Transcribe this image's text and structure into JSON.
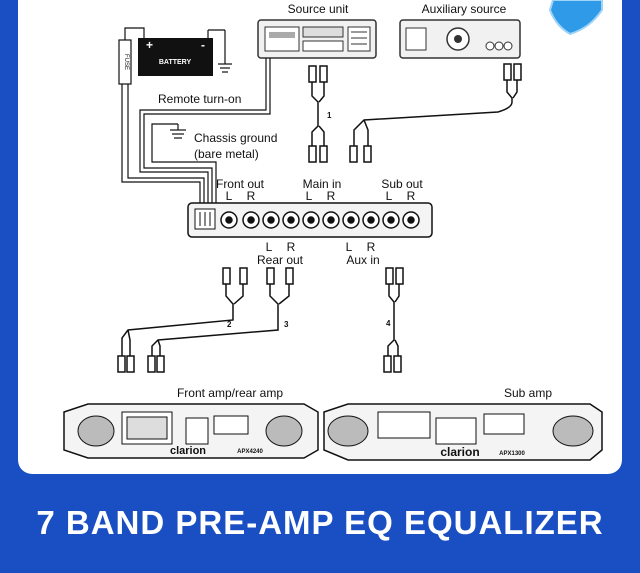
{
  "diagram": {
    "source_unit": "Source unit",
    "auxiliary_source": "Auxiliary source",
    "battery": "BATTERY",
    "fuse": "FUSE",
    "remote_turn_on": "Remote turn-on",
    "chassis_ground_line1": "Chassis ground",
    "chassis_ground_line2": "(bare metal)",
    "front_out": "Front out",
    "main_in": "Main in",
    "sub_out": "Sub out",
    "rear_out": "Rear out",
    "aux_in": "Aux in",
    "left": "L",
    "right": "R",
    "cable_1": "1",
    "cable_2": "2",
    "cable_3": "3",
    "cable_4": "4",
    "front_rear_amp": "Front amp/rear amp",
    "sub_amp": "Sub amp",
    "brand_left": "clarion",
    "brand_right": "clarion",
    "model_left": "APX4240",
    "model_right": "APX1300"
  },
  "footer": {
    "title": "7 BAND PRE-AMP EQ EQUALIZER"
  },
  "colors": {
    "background": "#1a4fc4",
    "panel": "#ffffff",
    "title_text": "#ffffff"
  }
}
